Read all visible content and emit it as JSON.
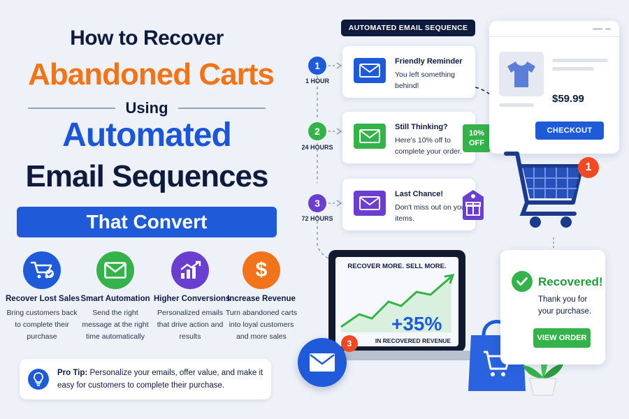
{
  "title": {
    "line1": "How to Recover",
    "line2": "Abandoned Carts",
    "line3": "Using",
    "line4": "Automated",
    "line5": "Email Sequences",
    "line6": "That Convert"
  },
  "features": [
    {
      "icon": "cart-icon",
      "title": "Recover Lost Sales",
      "desc": "Bring customers back to complete their purchase"
    },
    {
      "icon": "envelope-icon",
      "title": "Smart Automation",
      "desc": "Send the right message at the right time automatically"
    },
    {
      "icon": "growth-chart-icon",
      "title": "Higher Conversions",
      "desc": "Personalized emails that drive action and results"
    },
    {
      "icon": "dollar-icon",
      "title": "Increase Revenue",
      "desc": "Turn abandoned carts into loyal customers and more sales"
    }
  ],
  "pro_tip": {
    "label": "Pro Tip:",
    "text": "Personalize your emails, offer value, and make it easy for customers to complete their purchase."
  },
  "sequence": {
    "label": "AUTOMATED EMAIL SEQUENCE",
    "steps": [
      {
        "num": "1",
        "time": "1 HOUR",
        "title": "Friendly Reminder",
        "desc": "You left something behind!"
      },
      {
        "num": "2",
        "time": "24 HOURS",
        "title": "Still Thinking?",
        "desc": "Here's 10% off to complete your order."
      },
      {
        "num": "3",
        "time": "72 HOURS",
        "title": "Last Chance!",
        "desc": "Don't miss out on your items."
      }
    ],
    "discount": "10% OFF"
  },
  "product": {
    "price": "$59.99",
    "checkout_label": "CHECKOUT",
    "cart_badge": "1"
  },
  "laptop": {
    "headline": "RECOVER MORE. SELL MORE.",
    "stat": "+35%",
    "stat_label": "IN RECOVERED REVENUE",
    "mail_badge": "3"
  },
  "recovered": {
    "title": "Recovered!",
    "desc": "Thank you for your purchase.",
    "button": "VIEW ORDER"
  },
  "colors": {
    "navy": "#0e1b3d",
    "orange": "#f2741a",
    "blue": "#1f5bd9",
    "green": "#35b24a",
    "purple": "#6a3fd0",
    "red": "#f04a24"
  }
}
